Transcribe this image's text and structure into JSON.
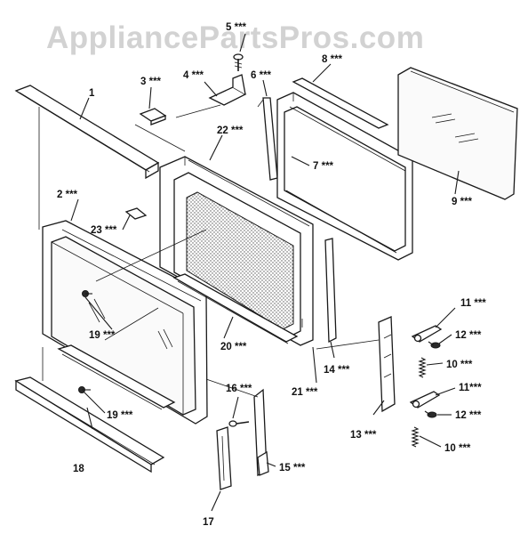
{
  "watermark": "AppliancePartsPros.com",
  "callouts": [
    "1",
    "2 ***",
    "3 ***",
    "4 ***",
    "5 ***",
    "6 ***",
    "7 ***",
    "8 ***",
    "9 ***",
    "10 ***",
    "10 ***",
    "11 ***",
    "11***",
    "12 ***",
    "12 ***",
    "13 ***",
    "14 ***",
    "15 ***",
    "16 ***",
    "17",
    "18",
    "19 ***",
    "19 ***",
    "20 ***",
    "21 ***",
    "22 ***",
    "23 ***"
  ]
}
